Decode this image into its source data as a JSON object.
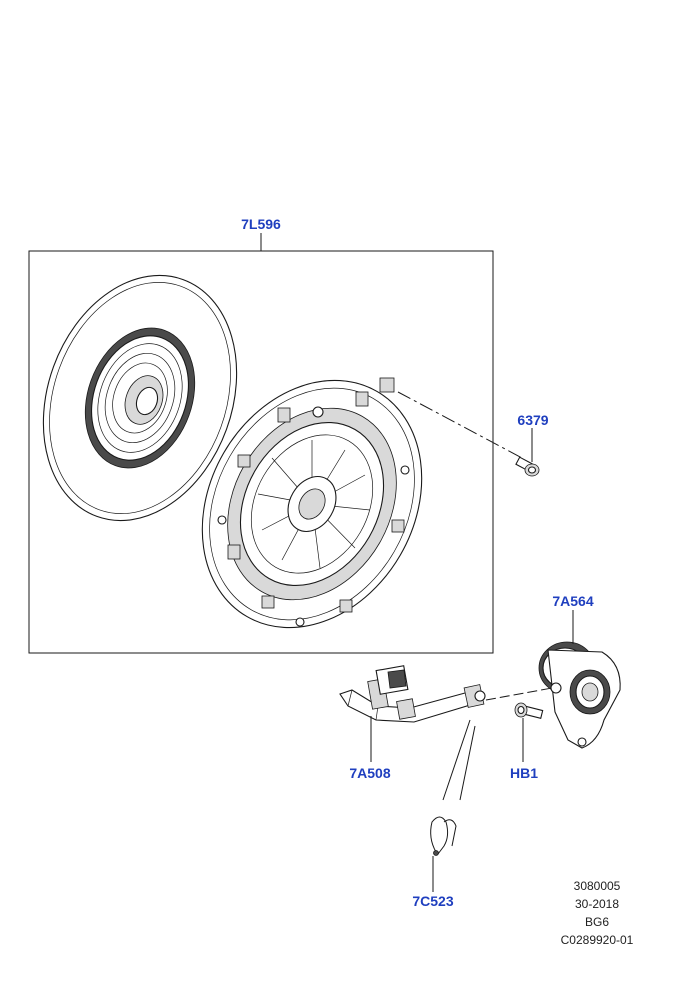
{
  "callouts": {
    "clutch_kit": "7L596",
    "bolt": "6379",
    "slave_cylinder": "7A564",
    "hydraulic_line": "7A508",
    "mounting_bolt": "HB1",
    "retaining_clip": "7C523"
  },
  "meta": {
    "line1": "3080005",
    "line2": "30-2018",
    "line3": "BG6",
    "line4": "C0289920-01"
  },
  "colors": {
    "callout_text": "#1f3fbf",
    "line_art": "#1a1a1a"
  }
}
